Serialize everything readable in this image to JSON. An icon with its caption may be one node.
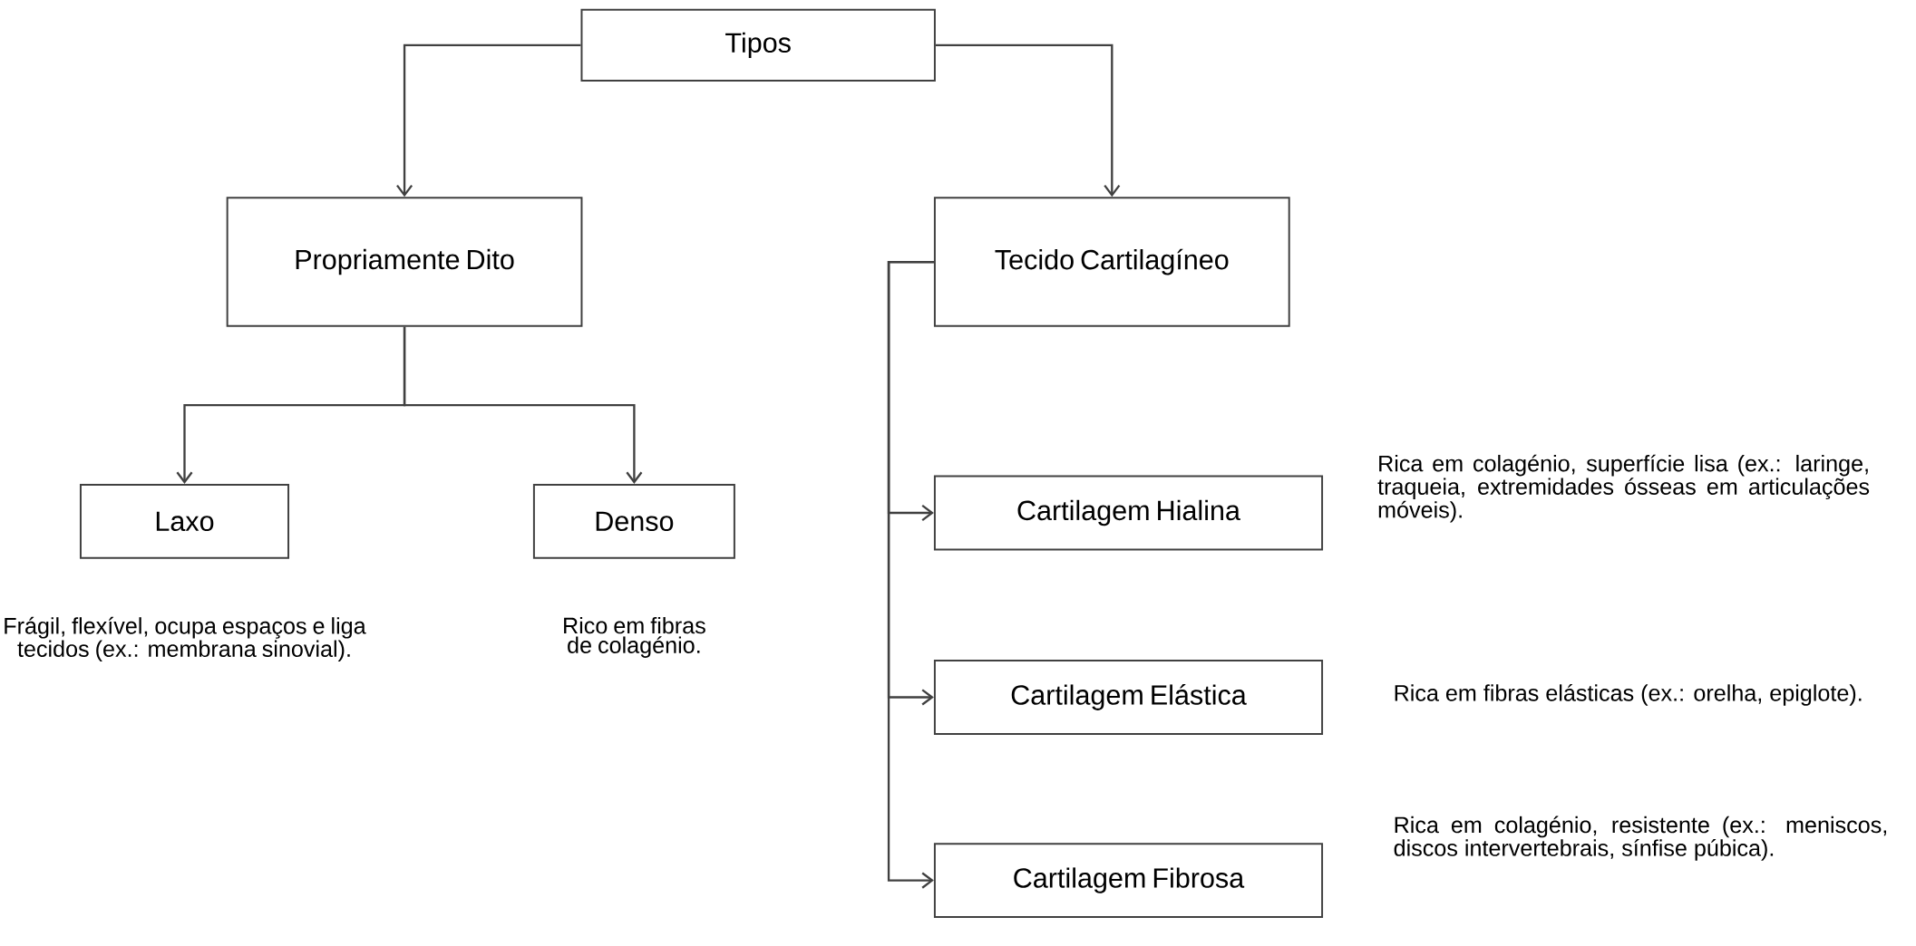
{
  "diagram": {
    "nodes": [
      {
        "text": [
          "Tipos"
        ]
      },
      {
        "text": [
          "Propriamente Dito"
        ]
      },
      {
        "text": [
          "Tecido Cartilagíneo"
        ]
      },
      {
        "text": [
          "Laxo"
        ],
        "beside": [
          "Frágil, flexível, ocupa espaços e liga tecidos (ex.: membrana sinovial)."
        ]
      },
      {
        "text": [
          "Denso"
        ],
        "beside": [
          "Rico em fibras de colagénio."
        ]
      },
      {
        "text": [
          "Cartilagem Hialina"
        ],
        "beside": [
          "Rica em colagénio, superfície lisa (ex.: laringe, traqueia, extremidades ósseas em articulações móveis)."
        ]
      },
      {
        "text": [
          "Cartilagem Elástica"
        ],
        "beside": [
          "Rica em fibras elásticas (ex.: orelha, epiglote)."
        ]
      },
      {
        "text": [
          "Cartilagem Fibrosa"
        ],
        "beside": [
          "Rica em colagénio, resistente (ex.: meniscos, discos intervertebrais, sínfise púbica)."
        ]
      }
    ],
    "edges": [
      {
        "from": 0,
        "to": 1,
        "arrow": "to"
      },
      {
        "from": 0,
        "to": 2,
        "arrow": "to"
      },
      {
        "from": 1,
        "to": 3,
        "arrow": "to"
      },
      {
        "from": 1,
        "to": 4,
        "arrow": "to"
      },
      {
        "from": 2,
        "to": 5,
        "arrow": "to"
      },
      {
        "from": 2,
        "to": 6,
        "arrow": "to"
      },
      {
        "from": 2,
        "to": 7,
        "arrow": "to"
      }
    ]
  }
}
